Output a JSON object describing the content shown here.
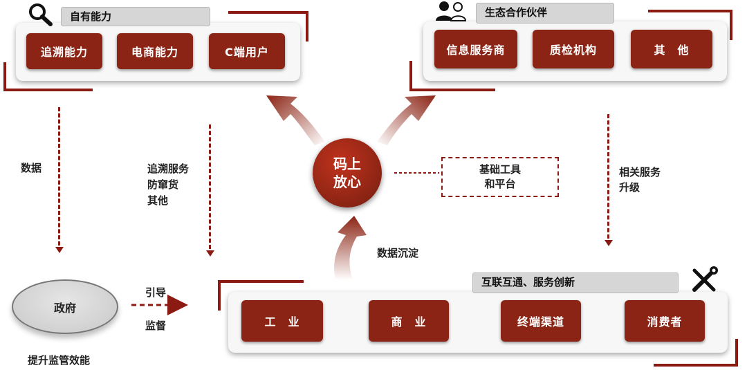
{
  "top_left": {
    "tag": "自有能力",
    "icon": "search-icon",
    "buttons": [
      "追溯能力",
      "电商能力",
      "C端用户"
    ]
  },
  "top_right": {
    "tag": "生态合作伙伴",
    "icon": "users-icon",
    "buttons": [
      "信息服务商",
      "质检机构",
      "其　他"
    ]
  },
  "center": {
    "line1": "码上",
    "line2": "放心"
  },
  "tools_box": {
    "line1": "基础工具",
    "line2": "和平台"
  },
  "labels": {
    "data": "数据",
    "trace_service_1": "追溯服务",
    "trace_service_2": "防窜货",
    "trace_service_3": "其他",
    "related_1": "相关服务",
    "related_2": "升级",
    "data_settle": "数据沉淀",
    "guide": "引导",
    "supervise": "监督"
  },
  "government": {
    "label": "政府",
    "caption": "提升监管效能"
  },
  "bottom": {
    "tag": "互联互通、服务创新",
    "icon": "tools-icon",
    "chain": [
      "工　业",
      "商　业",
      "终端渠道",
      "消费者"
    ]
  },
  "colors": {
    "brand": "#8b2414",
    "tag_bg": "#d6d6d6",
    "panel_bg": "#f7f7f7"
  }
}
